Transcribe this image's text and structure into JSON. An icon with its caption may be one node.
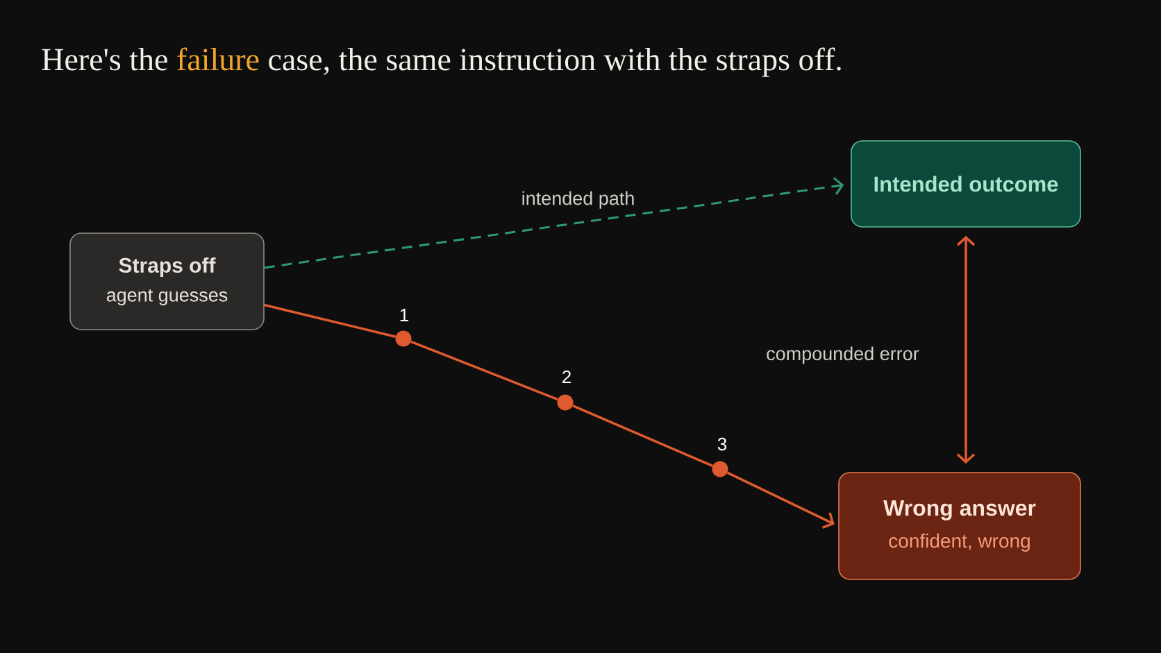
{
  "diagram": {
    "title": "Here's the **failure** case, the same instruction with the straps off.",
    "nodes": [
      {
        "text": [
          "Straps off",
          "agent guesses"
        ]
      },
      {
        "text": [
          "Intended outcome"
        ]
      },
      {
        "text": [
          "Wrong answer",
          "confident, wrong"
        ]
      },
      {
        "text": [],
        "shape": "circle",
        "beside": [
          "1"
        ]
      },
      {
        "text": [],
        "shape": "circle",
        "beside": [
          "2"
        ]
      },
      {
        "text": [],
        "shape": "circle",
        "beside": [
          "3"
        ]
      }
    ],
    "edges": [
      {
        "from": 0,
        "to": 1,
        "arrow": "to",
        "label": "intended path",
        "style": "dashed",
        "color": "#2e9a75"
      },
      {
        "from": 0,
        "to": 3,
        "arrow": "none"
      },
      {
        "from": 3,
        "to": 4,
        "arrow": "none"
      },
      {
        "from": 4,
        "to": 5,
        "arrow": "none"
      },
      {
        "from": 5,
        "to": 2,
        "arrow": "to"
      },
      {
        "from": 1,
        "to": 2,
        "arrow": "both",
        "label": "compounded error"
      }
    ]
  }
}
